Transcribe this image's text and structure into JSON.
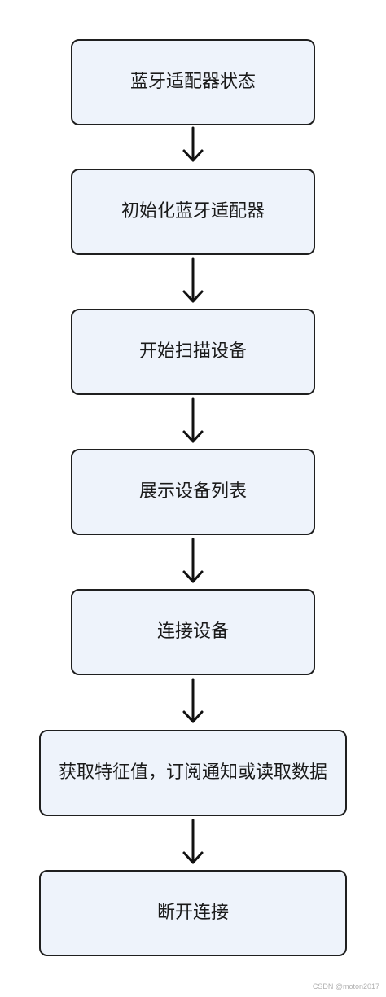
{
  "steps": [
    "蓝牙适配器状态",
    "初始化蓝牙适配器",
    "开始扫描设备",
    "展示设备列表",
    "连接设备",
    "获取特征值，订阅通知或读取数据",
    "断开连接"
  ],
  "watermark": "CSDN @moton2017",
  "colors": {
    "box_fill": "#eef3fb",
    "box_border": "#1f1f1f",
    "arrow": "#111111"
  }
}
